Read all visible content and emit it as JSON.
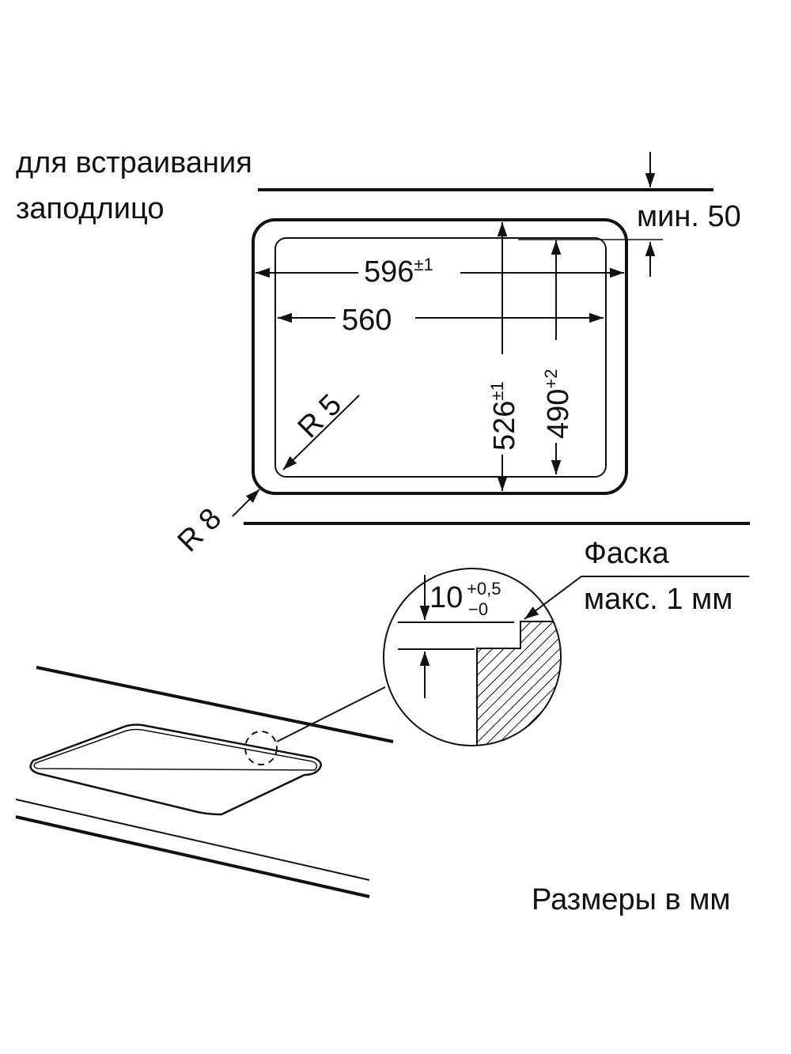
{
  "header": {
    "line1": "для встраивания",
    "line2": "заподлицо"
  },
  "top_view": {
    "min_clearance_label": "мин. 50",
    "outer_width": "596",
    "outer_width_tol": "±1",
    "inner_width": "560",
    "outer_depth": "526",
    "outer_depth_tol": "±1",
    "inner_depth": "490",
    "inner_depth_tol": "+2",
    "inner_radius": "R 5",
    "outer_radius": "R 8"
  },
  "detail_view": {
    "depth_value": "10",
    "depth_tol_plus": "+0,5",
    "depth_tol_minus": "−0",
    "chamfer_title": "Фаска",
    "chamfer_note": "макс. 1 мм"
  },
  "footer": {
    "units_note": "Размеры в мм"
  },
  "colors": {
    "line": "#111111",
    "background": "#ffffff"
  }
}
